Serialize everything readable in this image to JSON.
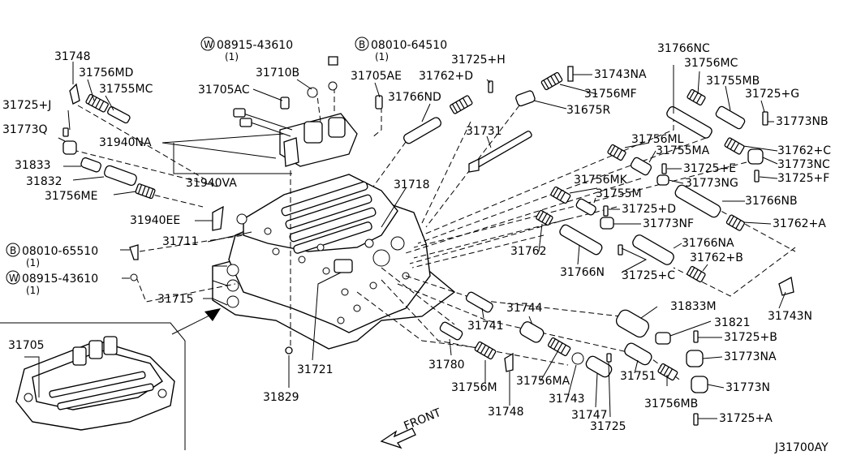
{
  "diagram": {
    "code": "J31700AY",
    "front_label": "FRONT",
    "labels": {
      "p31748a": "31748",
      "p31756MD": "31756MD",
      "p31755MC": "31755MC",
      "p31725J": "31725+J",
      "p31773Q": "31773Q",
      "p31940NA": "31940NA",
      "p31833": "31833",
      "p31832": "31832",
      "p31756ME": "31756ME",
      "p31940VA": "31940VA",
      "p31940EE": "31940EE",
      "p31711": "31711",
      "p31715": "31715",
      "p31705": "31705",
      "p31710B": "31710B",
      "p31705AC": "31705AC",
      "w08915_top": "08915-43610",
      "w08915_top_qty": "(1)",
      "b08010_top": "08010-64510",
      "b08010_top_qty": "(1)",
      "p31705AE": "31705AE",
      "p31766ND": "31766ND",
      "p31725H": "31725+H",
      "p31762D": "31762+D",
      "p31743NA": "31743NA",
      "p31756MF": "31756MF",
      "p31675R": "31675R",
      "p31731": "31731",
      "p31718": "31718",
      "p31766NC": "31766NC",
      "p31756MC": "31756MC",
      "p31755MB": "31755MB",
      "p31725G": "31725+G",
      "p31773NB": "31773NB",
      "p31756ML": "31756ML",
      "p31755MA": "31755MA",
      "p31762C": "31762+C",
      "p31773NC": "31773NC",
      "p31725E": "31725+E",
      "p31725F": "31725+F",
      "p31773NG": "31773NG",
      "p31756MK": "31756MK",
      "p31755M": "31755M",
      "p31766NB": "31766NB",
      "p31725D": "31725+D",
      "p31773NF": "31773NF",
      "p31762A": "31762+A",
      "p31762": "31762",
      "p31766NA": "31766NA",
      "p31766N": "31766N",
      "p31725C": "31725+C",
      "p31762B": "31762+B",
      "p31743N": "31743N",
      "b08010_left": "08010-65510",
      "b08010_left_qty": "(1)",
      "w08915_left": "08915-43610",
      "w08915_left_qty": "(1)",
      "p31741": "31741",
      "p31744": "31744",
      "p31833M": "31833M",
      "p31821": "31821",
      "p31725B": "31725+B",
      "p31773NA": "31773NA",
      "p31780": "31780",
      "p31756M": "31756M",
      "p31756MA": "31756MA",
      "p31743": "31743",
      "p31751": "31751",
      "p31756MB": "31756MB",
      "p31773N": "31773N",
      "p31748b": "31748",
      "p31747": "31747",
      "p31725": "31725",
      "p31725A": "31725+A",
      "p31721": "31721",
      "p31829": "31829"
    },
    "markers": {
      "w": "W",
      "b": "B"
    }
  }
}
